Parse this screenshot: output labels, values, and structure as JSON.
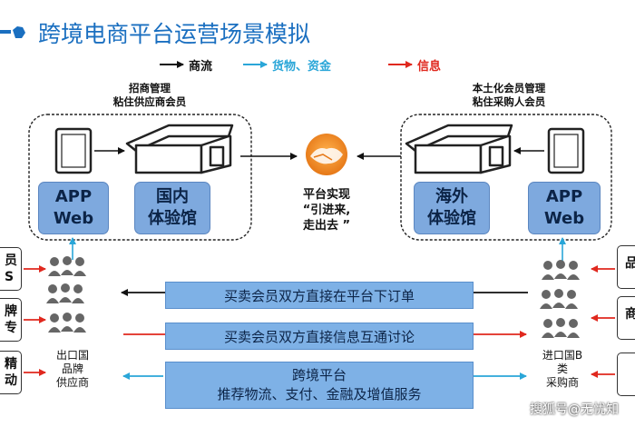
{
  "title": "跨境电商平台运营场景模拟",
  "legend": {
    "business_flow": "商流",
    "goods_funds": "货物、资金",
    "information": "信息",
    "colors": {
      "business": "#111111",
      "goods": "#2aa6d8",
      "info": "#e0281e"
    }
  },
  "left_top_label": {
    "line1": "招商管理",
    "line2": "粘住供应商会员"
  },
  "right_top_label": {
    "line1": "本土化会员管理",
    "line2": "粘住采购人会员"
  },
  "left_app_box": {
    "line1": "APP",
    "line2": "Web"
  },
  "domestic_box": {
    "line1": "国内",
    "line2": "体验馆"
  },
  "overseas_box": {
    "line1": "海外",
    "line2": "体验馆"
  },
  "right_app_box": {
    "line1": "APP",
    "line2": "Web"
  },
  "center_text": {
    "line1": "平台实现",
    "line2": "“引进来,",
    "line3": "走出去 ”"
  },
  "bars": {
    "bar1": "买卖会员双方直接在平台下订单",
    "bar2": "买卖会员双方直接信息互通讨论",
    "bar3_line1": "跨境平台",
    "bar3_line2": "推荐物流、支付、金融及增值服务"
  },
  "left_group_label": {
    "line1": "出口国",
    "line2": "品牌",
    "line3": "供应商"
  },
  "right_group_label": {
    "line1": "进口国B",
    "line2": "类",
    "line3": "采购商"
  },
  "left_edge_boxes": [
    {
      "line1": "员",
      "line2": "S"
    },
    {
      "line1": "牌",
      "line2": "专"
    },
    {
      "line1": "精",
      "line2": "动"
    }
  ],
  "right_edge_boxes": [
    {
      "line1": "品"
    },
    {
      "line1": "商"
    },
    {
      "line1": ""
    }
  ],
  "watermark": "搜狐号@无忧知"
}
